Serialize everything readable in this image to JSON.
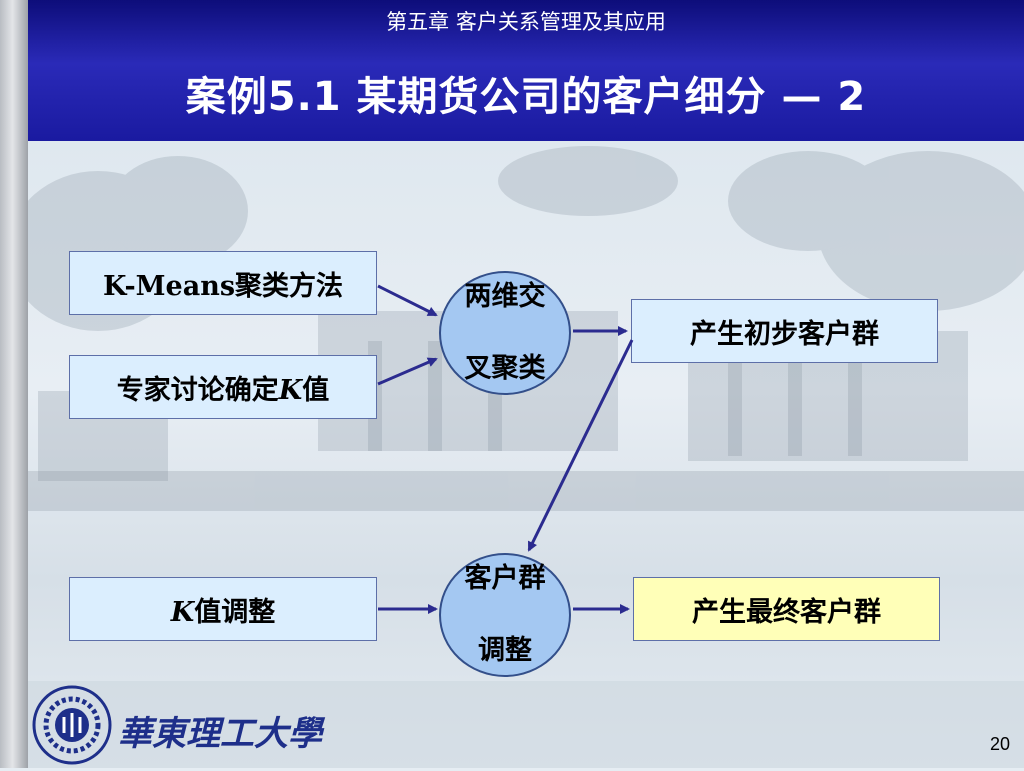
{
  "header": {
    "chapter": "第五章  客户关系管理及其应用",
    "title": "案例5.1  某期货公司的客户细分  —  2"
  },
  "diagram": {
    "kmeans_box": "K-Means聚类方法",
    "expert_box_prefix": "专家讨论确定",
    "expert_box_k": "K",
    "expert_box_suffix": "值",
    "cluster_circle_line1": "两维交",
    "cluster_circle_line2": "叉聚类",
    "initial_group_box": "产生初步客户群",
    "k_adjust_k": "K",
    "k_adjust_suffix": "值调整",
    "group_adjust_line1": "客户群",
    "group_adjust_line2": "调整",
    "final_group_box": "产生最终客户群"
  },
  "footer": {
    "university_name": "華東理工大學",
    "page_number": "20"
  },
  "colors": {
    "header_blue": "#2a2ab8",
    "box_fill": "#dbeefe",
    "final_box_fill": "#ffffb8",
    "circle_fill": "#a4c8f2",
    "arrow": "#2b2b8f"
  }
}
